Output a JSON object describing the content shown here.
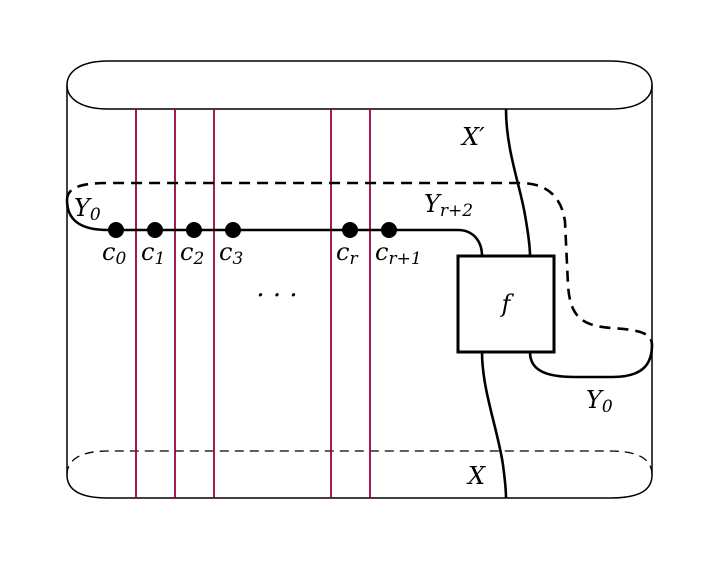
{
  "labels": {
    "x_prime": "X′",
    "x": "X",
    "y0_left": "Y",
    "y0_left_sub": "0",
    "y0_right": "Y",
    "y0_right_sub": "0",
    "y_r2": "Y",
    "y_r2_sub": "r+2",
    "f": "f",
    "ellipsis": "· · ·"
  },
  "markers": [
    {
      "name": "c",
      "sub": "0"
    },
    {
      "name": "c",
      "sub": "1"
    },
    {
      "name": "c",
      "sub": "2"
    },
    {
      "name": "c",
      "sub": "3"
    },
    {
      "name": "c",
      "sub": "r"
    },
    {
      "name": "c",
      "sub": "r+1"
    }
  ],
  "colors": {
    "ink": "#000000",
    "strand": "#990044"
  }
}
